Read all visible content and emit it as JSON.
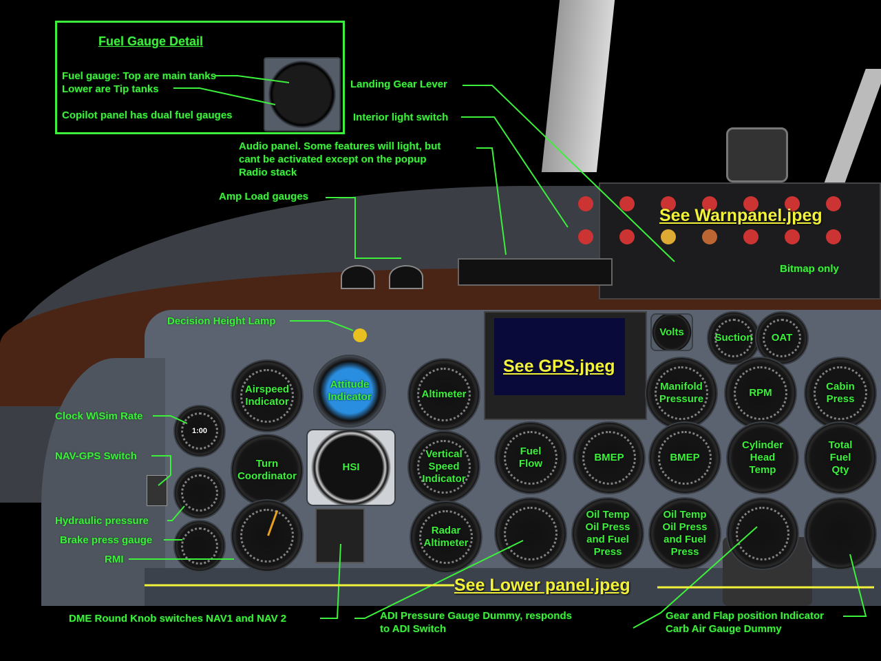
{
  "fuel_detail": {
    "title": "Fuel Gauge Detail",
    "line1": "Fuel gauge: Top are main tanks",
    "line2": "Lower are Tip tanks",
    "line3": "Copilot panel has dual fuel  gauges"
  },
  "annotations": {
    "landing_gear": "Landing Gear Lever",
    "interior_light": "Interior light switch",
    "audio_panel": [
      "Audio panel. Some features will light, but",
      "cant be activated except on the popup",
      "Radio stack"
    ],
    "amp_load": "Amp Load gauges",
    "decision_height": "Decision Height Lamp",
    "clock": "Clock W\\Sim Rate",
    "nav_gps": "NAV-GPS Switch",
    "hydraulic": "Hydraulic pressure",
    "brake": "Brake press gauge",
    "rmi": "RMI",
    "dme": "DME  Round Knob switches NAV1 and NAV 2",
    "adi_pressure": [
      "ADI Pressure Gauge  Dummy, responds",
      "to ADI Switch"
    ],
    "gear_flap": "Gear and Flap position Indicator",
    "carb_air": "Carb Air Gauge Dummy",
    "bitmap_only": "Bitmap only"
  },
  "links": {
    "warnpanel": "See Warnpanel.jpeg",
    "gps": "See GPS.jpeg",
    "lower_panel": "See Lower panel.jpeg"
  },
  "gauges": {
    "airspeed": "Airspeed Indicator",
    "attitude": "Attitude Indicator",
    "altimeter": "Altimeter",
    "volts": "Volts",
    "suction": "Suction",
    "oat": "OAT",
    "manifold": "Manifold Pressure",
    "rpm": "RPM",
    "cabin": "Cabin Press",
    "turn": "Turn Coordinator",
    "hsi": "HSI",
    "vsi": "Vertical Speed Indicator",
    "fuel_flow": "Fuel Flow",
    "bmep1": "BMEP",
    "bmep2": "BMEP",
    "cht": "Cylinder Head Temp",
    "total_fuel": "Total Fuel Qty",
    "radar_alt": "Radar Altimeter",
    "oil1": "Oil Temp Oil Press and Fuel Press",
    "oil2": "Oil Temp Oil Press and Fuel Press"
  },
  "colors": {
    "annotation": "#3cf03c",
    "link": "#f2f23a",
    "panel": "#5b6370"
  }
}
